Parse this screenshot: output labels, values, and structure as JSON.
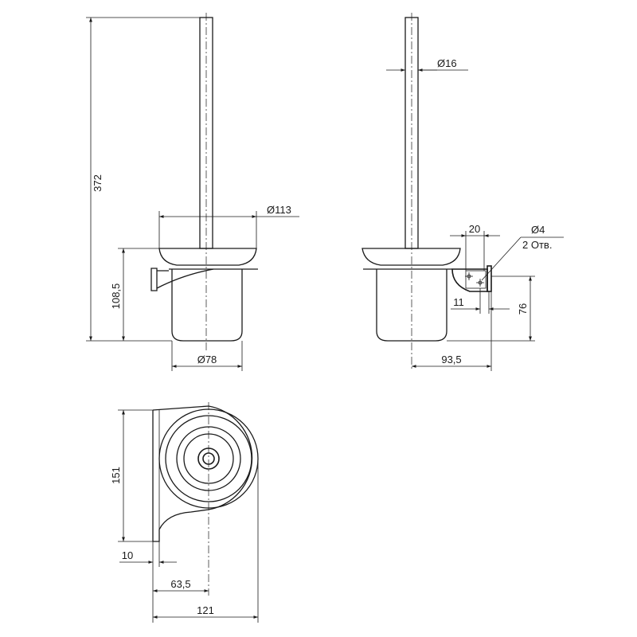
{
  "dimensions": {
    "front_height_total": "372",
    "front_cup_top_diameter": "Ø113",
    "front_holder_height": "108,5",
    "front_cup_bottom_diameter": "Ø78",
    "side_handle_diameter": "Ø16",
    "side_bracket_width": "20",
    "side_hole_diameter": "Ø4",
    "side_hole_count": "2 Отв.",
    "side_hole_offset": "11",
    "side_mount_height": "76",
    "side_depth": "93,5",
    "top_height": "151",
    "top_plate_thickness": "10",
    "top_center_offset": "63,5",
    "top_total_width": "121"
  }
}
